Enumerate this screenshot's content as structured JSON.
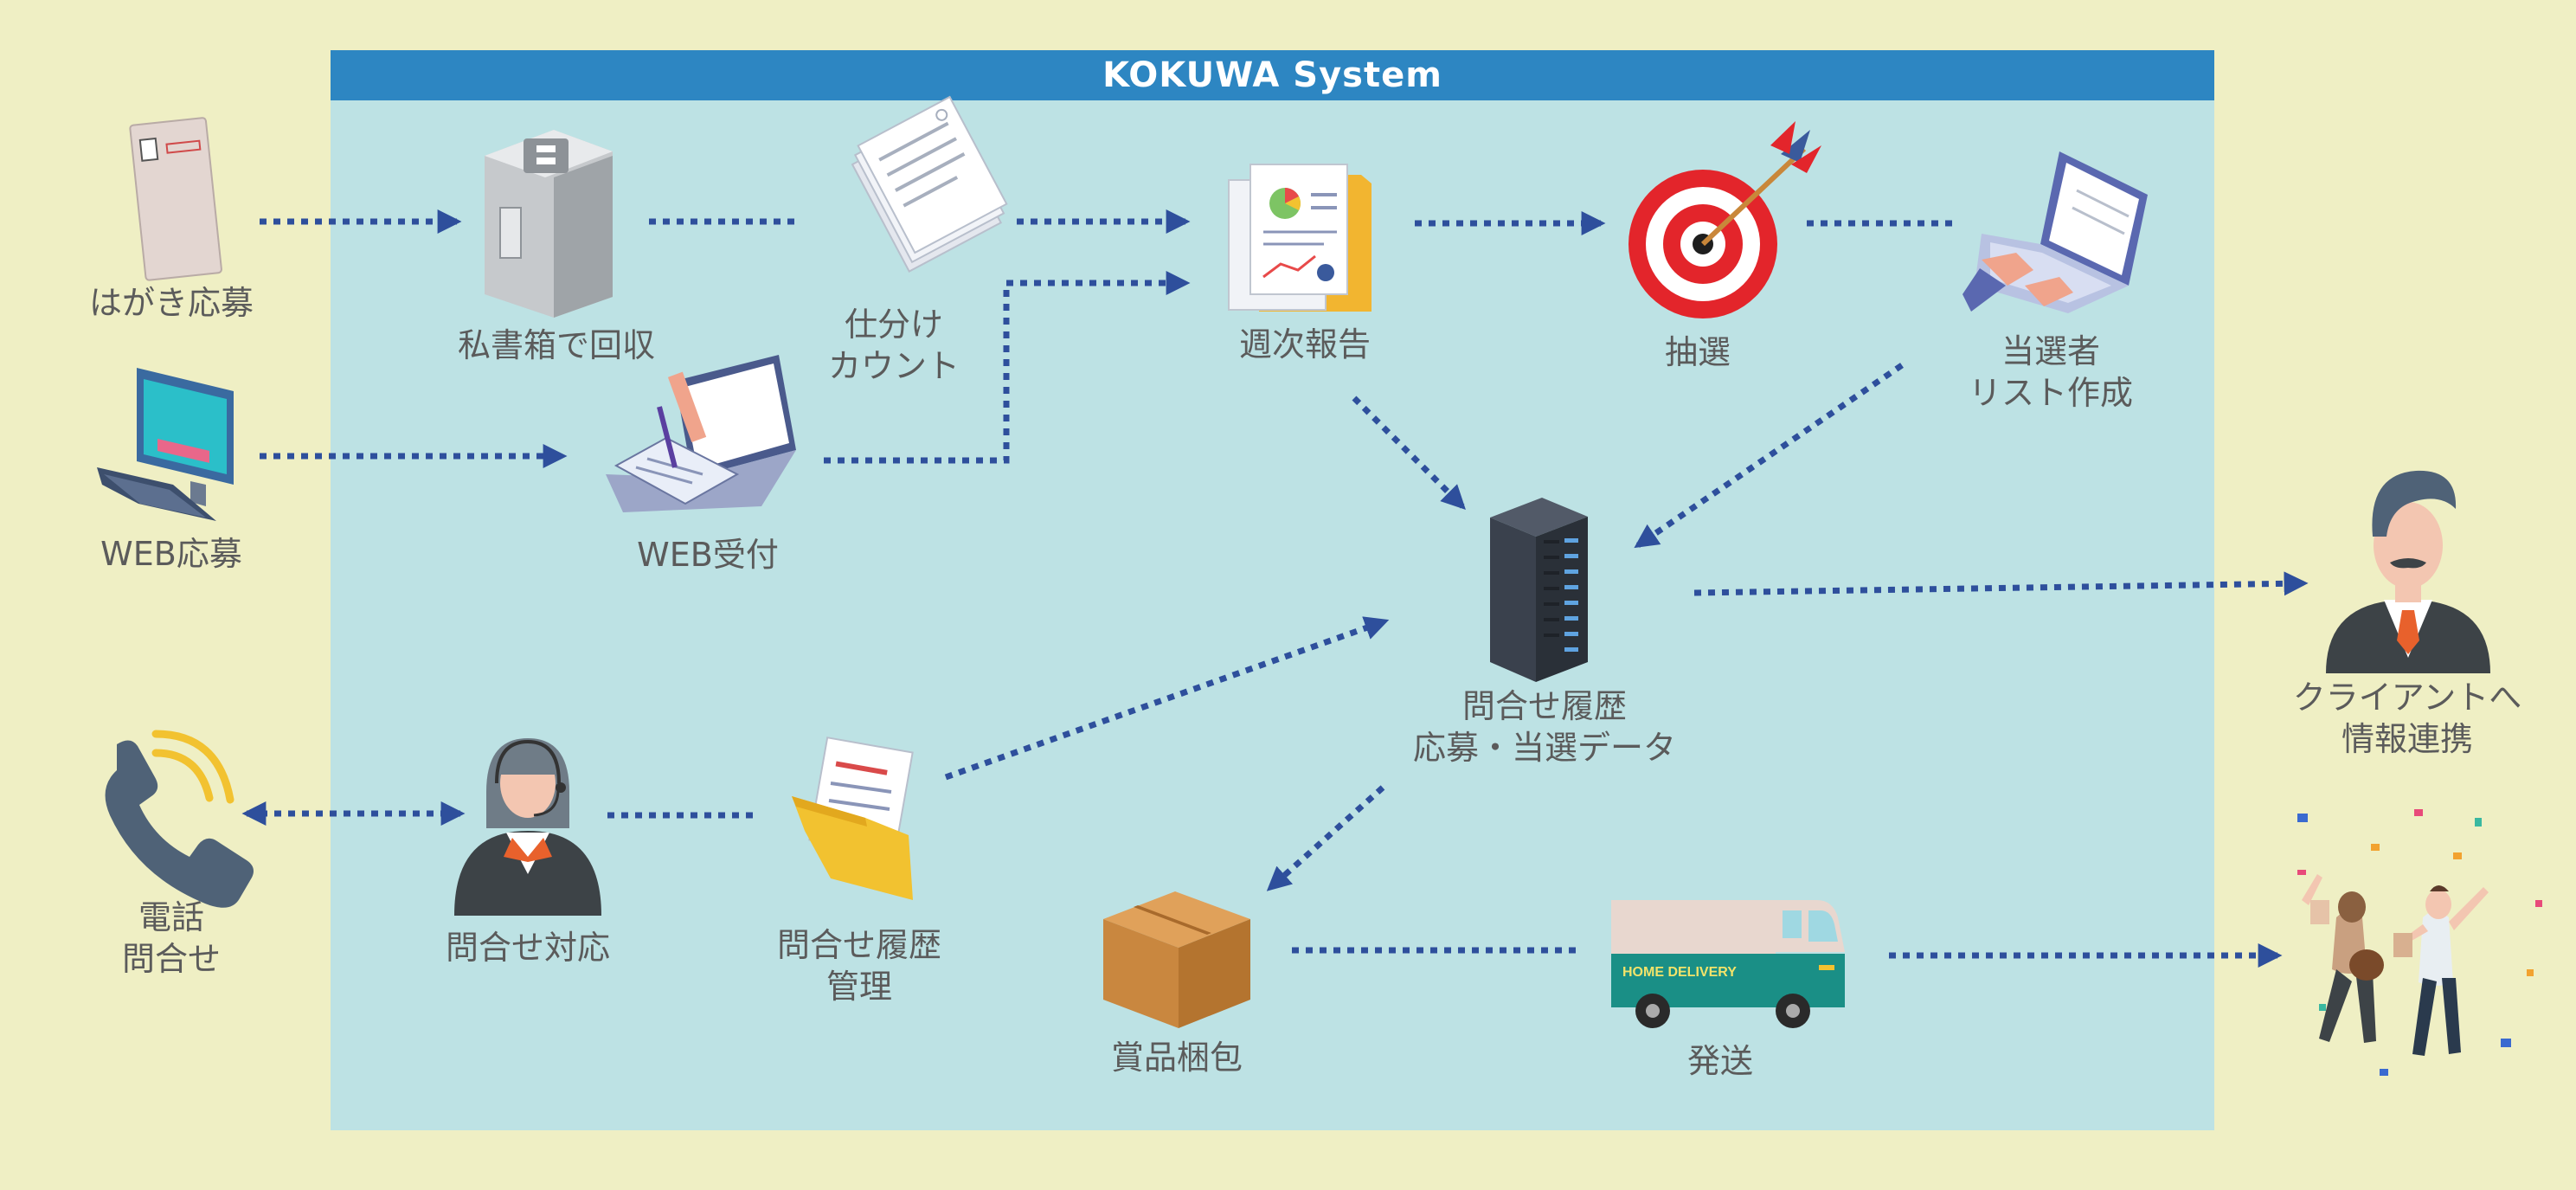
{
  "system": {
    "title": "KOKUWA System"
  },
  "nodes": {
    "postcard": {
      "lines": [
        "はがき応募"
      ],
      "icon": "postcard-icon"
    },
    "web_entry": {
      "lines": [
        "WEB応募"
      ],
      "icon": "desktop-computer-icon"
    },
    "phone": {
      "lines": [
        "電話",
        "問合せ"
      ],
      "icon": "phone-icon"
    },
    "pobox": {
      "lines": [
        "私書箱で回収"
      ],
      "icon": "po-box-icon"
    },
    "sorting": {
      "lines": [
        "仕分け",
        "カウント"
      ],
      "icon": "documents-icon"
    },
    "web_reception": {
      "lines": [
        "WEB受付"
      ],
      "icon": "laptop-form-icon"
    },
    "operator": {
      "lines": [
        "問合せ対応"
      ],
      "icon": "operator-headset-icon"
    },
    "inquiry_mgmt": {
      "lines": [
        "問合せ履歴",
        "管理"
      ],
      "icon": "folder-icon"
    },
    "weekly_report": {
      "lines": [
        "週次報告"
      ],
      "icon": "report-documents-icon"
    },
    "lottery": {
      "lines": [
        "抽選"
      ],
      "icon": "target-arrow-icon"
    },
    "winner_list": {
      "lines": [
        "当選者",
        "リスト作成"
      ],
      "icon": "laptop-typing-icon"
    },
    "database": {
      "lines": [
        "問合せ履歴",
        "応募・当選データ"
      ],
      "icon": "server-icon"
    },
    "packing": {
      "lines": [
        "賞品梱包"
      ],
      "icon": "box-icon"
    },
    "shipping": {
      "lines": [
        "発送"
      ],
      "icon": "delivery-van-icon"
    },
    "client": {
      "lines": [
        "クライアントへ",
        "情報連携"
      ],
      "icon": "businessman-icon"
    },
    "winners": {
      "lines": [],
      "icon": "celebrating-people-icon"
    }
  },
  "van_text": "HOME DELIVERY",
  "colors": {
    "background": "#efefc4",
    "system_box": "#bde2e4",
    "header": "#2d86c2",
    "connector": "#2e4f9c",
    "label": "#5b5b5b"
  }
}
